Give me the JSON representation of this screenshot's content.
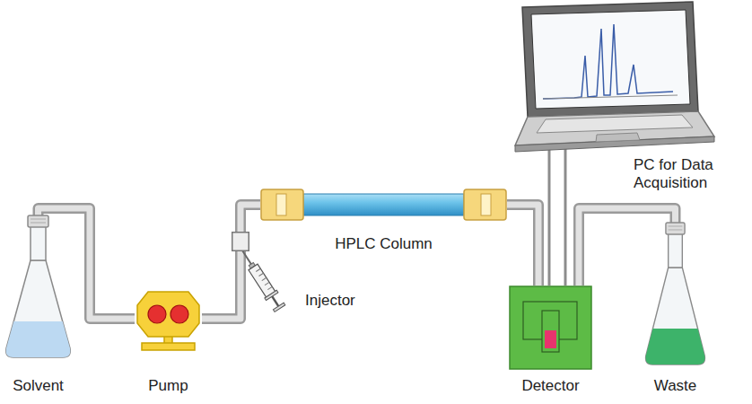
{
  "diagram": {
    "nodes": [
      {
        "text": [
          "Solvent"
        ]
      },
      {
        "text": [
          "Pump"
        ]
      },
      {
        "text": [
          "Injector"
        ]
      },
      {
        "text": [
          "HPLC Column"
        ]
      },
      {
        "text": [
          "PC for Data Acquisition"
        ]
      },
      {
        "text": [
          "Detector"
        ]
      },
      {
        "text": [
          "Waste"
        ]
      }
    ],
    "edges": [
      {
        "from": 0,
        "to": 1,
        "arrow": "none"
      },
      {
        "from": 1,
        "to": 2,
        "arrow": "none"
      },
      {
        "from": 2,
        "to": 3,
        "arrow": "none"
      },
      {
        "from": 3,
        "to": 5,
        "arrow": "none"
      },
      {
        "from": 5,
        "to": 6,
        "arrow": "none"
      },
      {
        "from": 4,
        "to": 5,
        "arrow": "none"
      }
    ]
  }
}
